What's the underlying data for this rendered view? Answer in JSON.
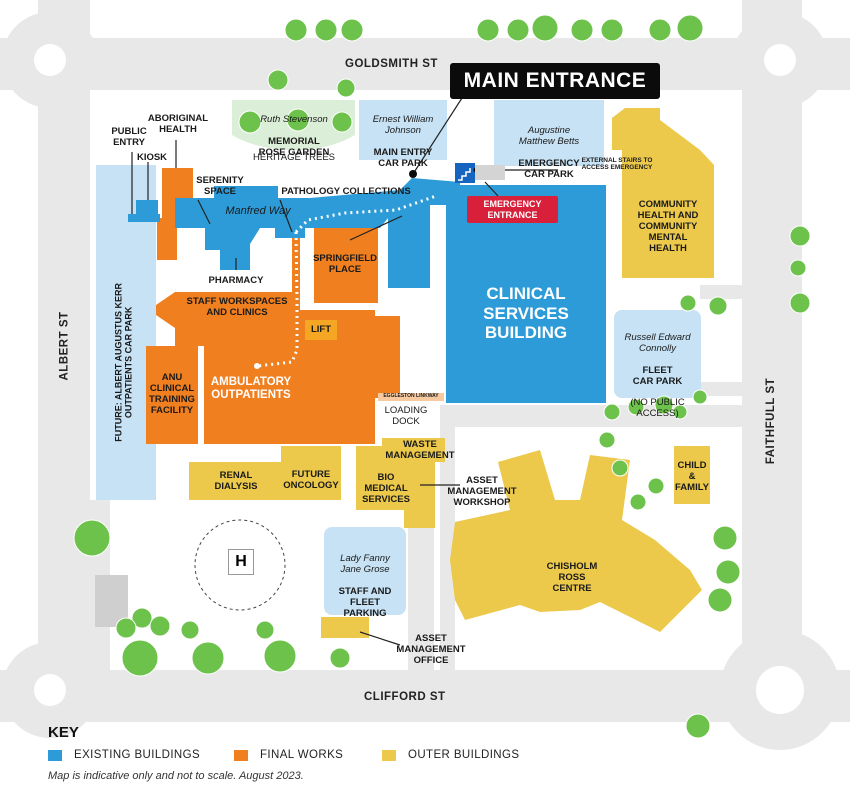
{
  "colors": {
    "existing": "#2d9bd8",
    "final": "#f07f20",
    "outer": "#ecc94b",
    "carpark": "#c6e2f4",
    "heritage": "#dbeed7",
    "road": "#e8e8e8",
    "emergency": "#d8203b",
    "tree": "#6cc24a"
  },
  "streets": {
    "north": "GOLDSMITH ST",
    "south": "CLIFFORD ST",
    "west": "ALBERT ST",
    "east": "FAITHFULL ST"
  },
  "main_entrance": "MAIN ENTRANCE",
  "emergency_entrance": "EMERGENCY\nENTRANCE",
  "labels": {
    "aboriginal_health": "ABORIGINAL\nHEALTH",
    "public_entry": "PUBLIC\nENTRY",
    "kiosk": "KIOSK",
    "serenity_space": "SERENITY\nSPACE",
    "pathology": "PATHOLOGY COLLECTIONS",
    "manfred_way": "Manfred Way",
    "pharmacy": "PHARMACY",
    "springfield": "SPRINGFIELD\nPLACE",
    "staff_workspaces": "STAFF WORKSPACES\nAND CLINICS",
    "lift": "LIFT",
    "anu": "ANU\nCLINICAL\nTRAINING\nFACILITY",
    "ambulatory": "AMBULATORY\nOUTPATIENTS",
    "eggleston": "EGGLESTON LINKWAY",
    "loading_dock": "LOADING\nDOCK",
    "waste": "WASTE\nMANAGEMENT",
    "bio": "BIO\nMEDICAL\nSERVICES",
    "asset_workshop": "ASSET\nMANAGEMENT\nWORKSHOP",
    "renal": "RENAL\nDIALYSIS",
    "future_oncology": "FUTURE\nONCOLOGY",
    "albert_kerr": "FUTURE: ALBERT AUGUSTUS KERR\nOUTPATIENTS CAR PARK",
    "clinical_services": "CLINICAL\nSERVICES\nBUILDING",
    "community_health": "COMMUNITY\nHEALTH AND\nCOMMUNITY\nMENTAL\nHEALTH",
    "external_stairs": "EXTERNAL STAIRS TO\nACCESS EMERGENCY",
    "child_family": "CHILD\n&\nFAMILY",
    "chisholm": "CHISHOLM\nROSS\nCENTRE",
    "asset_office": "ASSET\nMANAGEMENT\nOFFICE",
    "heritage_trees": "HERITAGE TREES",
    "helipad": "H"
  },
  "rose_garden": {
    "name": "Ruth Stevenson",
    "title": "MEMORIAL\nROSE GARDEN"
  },
  "ernest_carpark": {
    "name": "Ernest William\nJohnson",
    "title": "MAIN ENTRY\nCAR PARK"
  },
  "augustine_carpark": {
    "name": "Augustine\nMatthew Betts",
    "title": "EMERGENCY\nCAR PARK"
  },
  "russell_carpark": {
    "name": "Russell Edward\nConnolly",
    "title": "FLEET\nCAR PARK",
    "note": "(NO PUBLIC\nACCESS)"
  },
  "fanny_carpark": {
    "name": "Lady Fanny\nJane Grose",
    "title": "STAFF AND\nFLEET\nPARKING"
  },
  "key": {
    "title": "KEY",
    "items": [
      {
        "label": "EXISTING BUILDINGS",
        "color": "#2d9bd8"
      },
      {
        "label": "FINAL WORKS",
        "color": "#f07f20"
      },
      {
        "label": "OUTER BUILDINGS",
        "color": "#ecc94b"
      }
    ]
  },
  "disclaimer": "Map is indicative only and not to scale. August 2023."
}
